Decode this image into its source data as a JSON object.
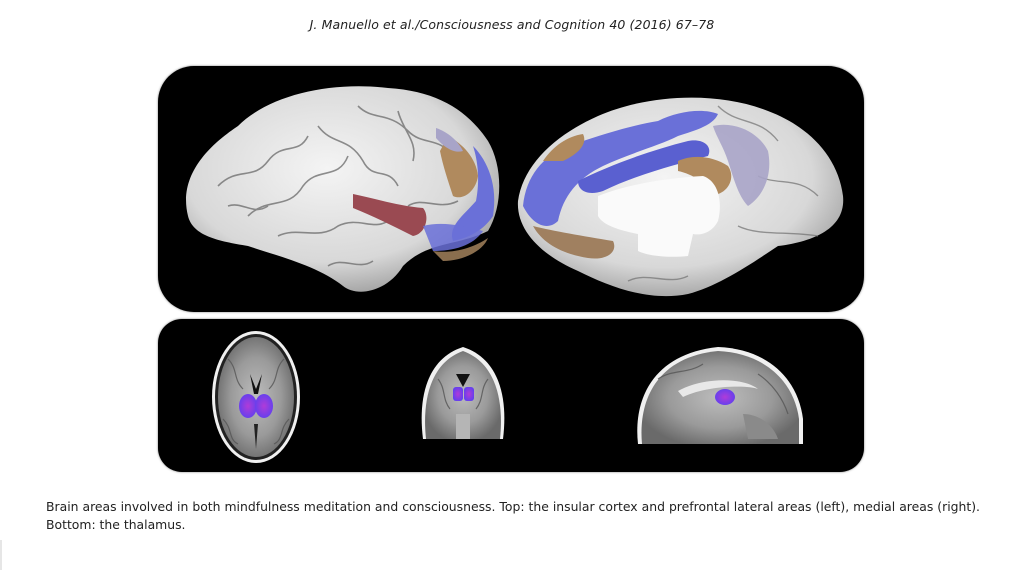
{
  "header": {
    "running_head": "J. Manuello et al./Consciousness and Cognition 40 (2016) 67–78"
  },
  "figure": {
    "top_panel": {
      "left_view": {
        "label": "lateral-brain-surface",
        "highlighted_regions": [
          "insular cortex",
          "prefrontal lateral areas"
        ]
      },
      "right_view": {
        "label": "medial-brain-surface",
        "highlighted_regions": [
          "medial areas"
        ]
      }
    },
    "bottom_panel": {
      "slices": [
        "axial",
        "coronal",
        "sagittal"
      ],
      "highlighted_region": "thalamus"
    },
    "colors": {
      "panel_background": "#000000",
      "cortex": "#e4e4e4",
      "insula_red": "#9a4a52",
      "tan": "#b08a5e",
      "blue": "#6a70d8",
      "lavender": "#a8a4c8",
      "thalamus_purple": "#6a3cf0",
      "thalamus_magenta": "#b03cd8"
    }
  },
  "caption": {
    "text": "Brain areas involved in both mindfulness meditation and consciousness. Top: the insular cortex and prefrontal lateral areas (left), medial areas (right). Bottom: the thalamus."
  }
}
